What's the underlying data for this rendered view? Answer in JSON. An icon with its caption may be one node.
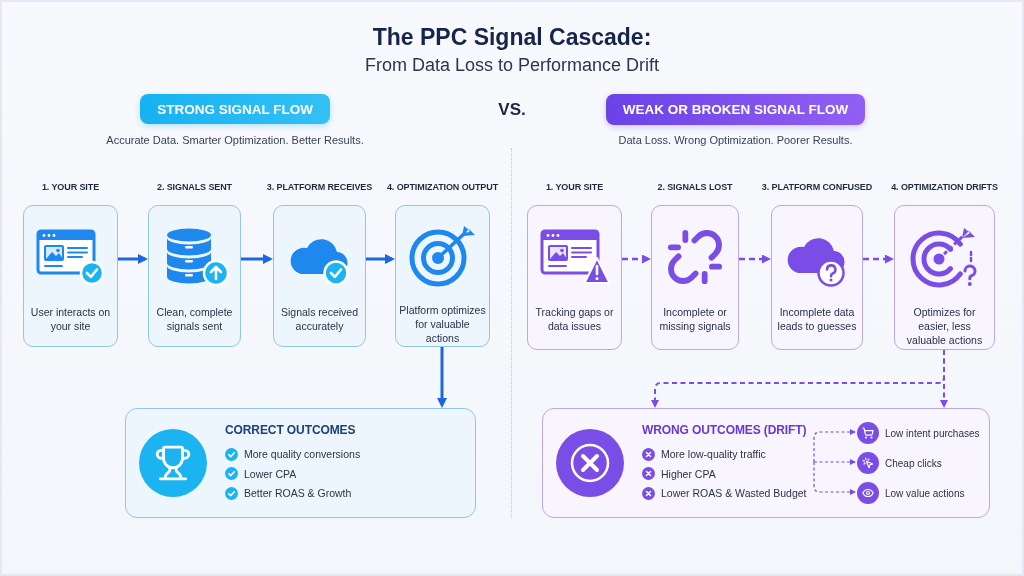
{
  "diagram": {
    "title": "The PPC Signal Cascade:",
    "nodes": [
      {
        "text": [
          "STRONG SIGNAL FLOW"
        ],
        "beside": [
          "Accurate Data. Smarter Optimization. Better Results."
        ]
      },
      {
        "text": [
          "WEAK OR BROKEN SIGNAL FLOW"
        ],
        "beside": [
          "Data Loss. Wrong Optimization. Poorer Results."
        ]
      },
      {
        "text": [
          "1. YOUR SITE",
          "User interacts on your site"
        ]
      },
      {
        "text": [
          "2. SIGNALS SENT",
          "Clean, complete signals sent"
        ]
      },
      {
        "text": [
          "3. PLATFORM RECEIVES",
          "Signals received accurately"
        ]
      },
      {
        "text": [
          "4. OPTIMIZATION OUTPUT",
          "Platform optimizes for valuable actions"
        ]
      },
      {
        "text": [
          "CORRECT OUTCOMES",
          "More quality conversions",
          "Lower CPA",
          "Better ROAS & Growth"
        ]
      },
      {
        "text": [
          "1. YOUR SITE",
          "Tracking gaps or data issues"
        ]
      },
      {
        "text": [
          "2. SIGNALS LOST",
          "Incomplete or missing signals"
        ]
      },
      {
        "text": [
          "3. PLATFORM CONFUSED",
          "Incomplete data leads to guesses"
        ]
      },
      {
        "text": [
          "4. OPTIMIZATION DRIFTS",
          "Optimizes for easier, less valuable actions"
        ]
      },
      {
        "text": [
          "WRONG OUTCOMES (DRIFT)",
          "More low-quality traffic",
          "Higher CPA",
          "Lower ROAS & Wasted Budget"
        ]
      },
      {
        "text": [
          "Low intent purchases"
        ],
        "in": 11
      },
      {
        "text": [
          "Cheap clicks"
        ],
        "in": 11
      },
      {
        "text": [
          "Low value actions"
        ],
        "in": 11
      }
    ],
    "edges": [
      {
        "from": 2,
        "to": 3,
        "arrow": "to",
        "color": "#1c66e0"
      },
      {
        "from": 3,
        "to": 4,
        "arrow": "to",
        "color": "#1c66e0"
      },
      {
        "from": 4,
        "to": 5,
        "arrow": "to",
        "color": "#1c66e0"
      },
      {
        "from": 5,
        "to": 6,
        "arrow": "to",
        "color": "#1c66e0"
      },
      {
        "from": 7,
        "to": 8,
        "arrow": "to",
        "style": "dashed"
      },
      {
        "from": 8,
        "to": 9,
        "arrow": "to",
        "style": "dashed"
      },
      {
        "from": 9,
        "to": 10,
        "arrow": "to",
        "style": "dashed"
      },
      {
        "from": 10,
        "to": 11,
        "arrow": "to",
        "style": "dashed"
      },
      {
        "from": 10,
        "to": 11,
        "arrow": "to",
        "style": "dashed"
      },
      {
        "from": null,
        "to": 12,
        "arrow": "to",
        "style": "dashed"
      },
      {
        "from": null,
        "to": 13,
        "arrow": "to",
        "style": "dashed"
      },
      {
        "from": null,
        "to": 14,
        "arrow": "to",
        "style": "dashed"
      }
    ],
    "labels": [
      "From Data Loss to Performance Drift",
      "VS."
    ]
  }
}
